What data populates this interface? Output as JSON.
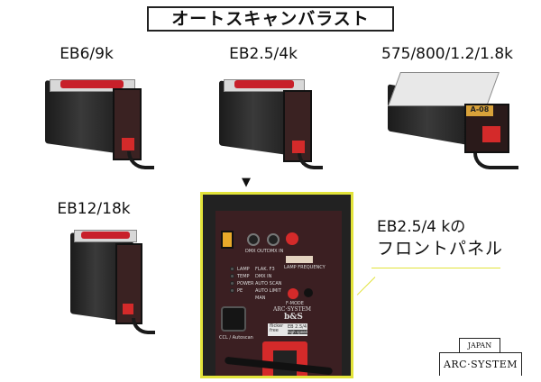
{
  "title": "オートスキャンバラスト",
  "products": [
    {
      "label": "EB6/9k"
    },
    {
      "label": "EB2.5/4k"
    },
    {
      "label": "575/800/1.2/1.8k",
      "badge": "A-08"
    },
    {
      "label": "EB12/18k"
    }
  ],
  "arrow": "▼",
  "callout": {
    "line1": "EB2.5/4 kの",
    "line2": "フロントパネル"
  },
  "panel": {
    "brand": "ARC·SYSTEM",
    "logo": "b&S",
    "model": "EB 2.5/4",
    "flicker": "flicker free",
    "speed": "high speed",
    "connector": "CCL / Autoscan",
    "dmx_out": "DMX OUT",
    "dmx_in": "DMX IN",
    "lamp_frequency": "LAMP FREQUENCY",
    "leds_left": [
      "LAMP",
      "TEMP",
      "POWER",
      "PE"
    ],
    "leds_right": [
      "FLAK. F3",
      "DMX IN",
      "AUTO SCAN",
      "AUTO LIMIT",
      "MAN"
    ],
    "fmode": "F-MODE"
  },
  "logo": {
    "top": "JAPAN",
    "bottom": "ARC·SYSTEM"
  },
  "colors": {
    "accent": "#e2e33a",
    "red": "#d42a2a"
  }
}
